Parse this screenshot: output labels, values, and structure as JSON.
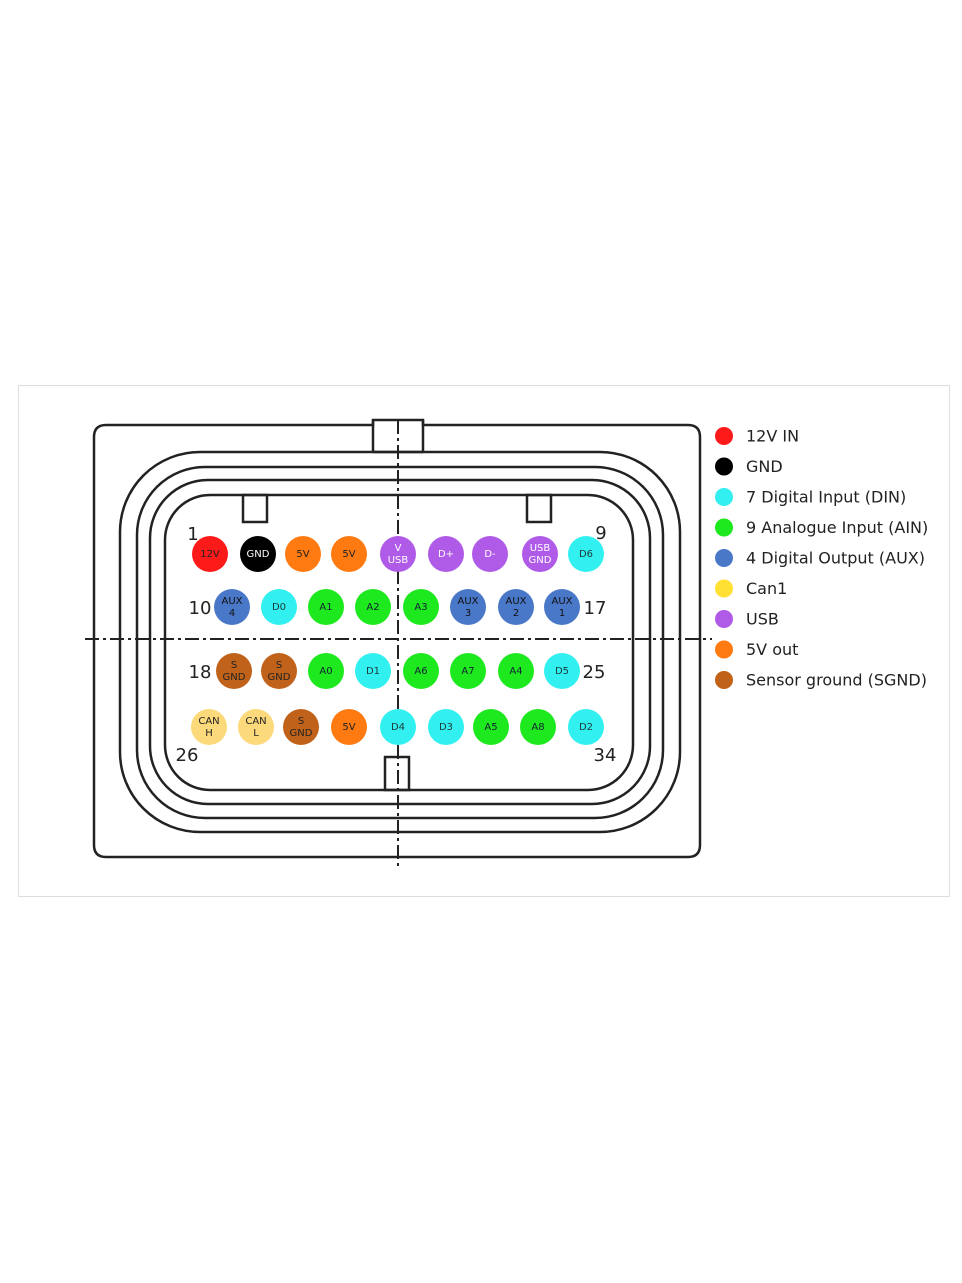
{
  "categories": {
    "12v": {
      "label": "12V IN",
      "color": "#ff1a1a",
      "text": "#222"
    },
    "gnd": {
      "label": "GND",
      "color": "#000000",
      "text": "#ffffff"
    },
    "din": {
      "label": "7 Digital Input (DIN)",
      "color": "#33f0f0",
      "text": "#1a3a3a"
    },
    "ain": {
      "label": "9 Analogue Input (AIN)",
      "color": "#1ee81e",
      "text": "#123"
    },
    "aux": {
      "label": "4 Digital Output (AUX)",
      "color": "#4a78c8",
      "text": "#111"
    },
    "can": {
      "label": "Can1",
      "color": "#ffe033",
      "text": "#222"
    },
    "usb": {
      "label": "USB",
      "color": "#b05ae8",
      "text": "#ffffff"
    },
    "5v": {
      "label": "5V out",
      "color": "#ff7a10",
      "text": "#222"
    },
    "sgnd": {
      "label": "Sensor ground (SGND)",
      "color": "#c0621a",
      "text": "#222"
    }
  },
  "legend_order": [
    "12v",
    "gnd",
    "din",
    "ain",
    "aux",
    "can",
    "usb",
    "5v",
    "sgnd"
  ],
  "pin_numbers": [
    "1",
    "9",
    "10",
    "17",
    "18",
    "25",
    "26",
    "34"
  ],
  "rows": [
    [
      [
        "12V",
        "12v"
      ],
      [
        "GND",
        "gnd"
      ],
      [
        "5V",
        "5v"
      ],
      [
        "5V",
        "5v"
      ],
      [
        "V\nUSB",
        "usb"
      ],
      [
        "D+",
        "usb"
      ],
      [
        "D-",
        "usb"
      ],
      [
        "USB\nGND",
        "usb"
      ],
      [
        "D6",
        "din"
      ]
    ],
    [
      [
        "AUX\n4",
        "aux"
      ],
      [
        "D0",
        "din"
      ],
      [
        "A1",
        "ain"
      ],
      [
        "A2",
        "ain"
      ],
      [
        "A3",
        "ain"
      ],
      [
        "AUX\n3",
        "aux"
      ],
      [
        "AUX\n2",
        "aux"
      ],
      [
        "AUX\n1",
        "aux"
      ]
    ],
    [
      [
        "S\nGND",
        "sgnd"
      ],
      [
        "S\nGND",
        "sgnd"
      ],
      [
        "A0",
        "ain"
      ],
      [
        "D1",
        "din"
      ],
      [
        "A6",
        "ain"
      ],
      [
        "A7",
        "ain"
      ],
      [
        "A4",
        "ain"
      ],
      [
        "D5",
        "din"
      ]
    ],
    [
      [
        "CAN\nH",
        "can_light"
      ],
      [
        "CAN\nL",
        "can_light"
      ],
      [
        "S\nGND",
        "sgnd"
      ],
      [
        "5V",
        "5v"
      ],
      [
        "D4",
        "din"
      ],
      [
        "D3",
        "din"
      ],
      [
        "A5",
        "ain"
      ],
      [
        "A8",
        "ain"
      ],
      [
        "D2",
        "din"
      ]
    ]
  ],
  "can_pin_color": "#fcd97a"
}
